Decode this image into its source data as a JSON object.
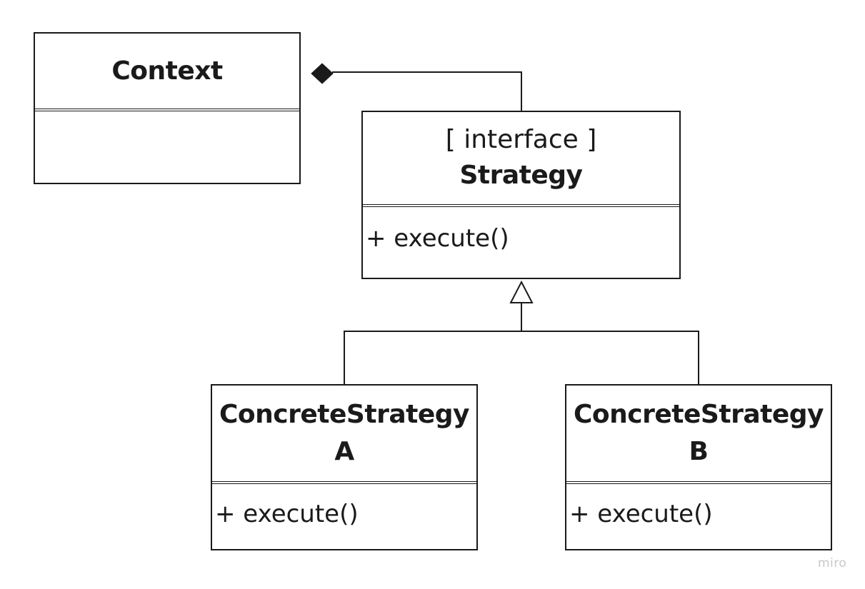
{
  "diagram": {
    "context": {
      "name": "Context"
    },
    "strategy": {
      "stereotype": "[ interface ]",
      "name": "Strategy",
      "operation": "+ execute()"
    },
    "concrete_a": {
      "name_line1": "ConcreteStrategy",
      "name_line2": "A",
      "operation": "+ execute()"
    },
    "concrete_b": {
      "name_line1": "ConcreteStrategy",
      "name_line2": "B",
      "operation": "+ execute()"
    },
    "relationships": [
      {
        "type": "composition",
        "whole": "Context",
        "part": "Strategy"
      },
      {
        "type": "generalization",
        "child": "ConcreteStrategy A",
        "parent": "Strategy"
      },
      {
        "type": "generalization",
        "child": "ConcreteStrategy B",
        "parent": "Strategy"
      }
    ]
  },
  "watermark": "miro"
}
